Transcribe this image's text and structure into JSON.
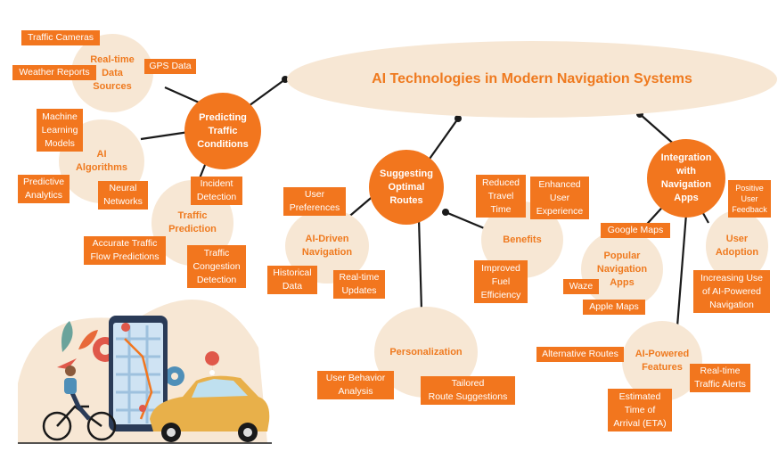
{
  "title": "AI Technologies in Modern Navigation Systems",
  "colors": {
    "accent": "#f2761e",
    "soft": "#f7e7d4",
    "accent_text": "#ef7a1f",
    "dark": "#1a1a1a"
  },
  "hubs": {
    "predicting": "Predicting\nTraffic\nConditions",
    "suggesting": "Suggesting\nOptimal\nRoutes",
    "integration": "Integration\nwith\nNavigation\nApps"
  },
  "subtopics": {
    "realtime_sources": "Real-time\nData\nSources",
    "ai_algorithms": "AI\nAlgorithms",
    "traffic_prediction": "Traffic\nPrediction",
    "ai_driven": "AI-Driven\nNavigation",
    "benefits": "Benefits",
    "personalization": "Personalization",
    "popular_apps": "Popular\nNavigation\nApps",
    "user_adoption": "User\nAdoption",
    "ai_features": "AI-Powered\nFeatures"
  },
  "tags": {
    "traffic_cameras": "Traffic Cameras",
    "weather_reports": "Weather Reports",
    "gps_data": "GPS Data",
    "machine_learning": "Machine\nLearning\nModels",
    "predictive_analytics": "Predictive\nAnalytics",
    "neural_networks": "Neural\nNetworks",
    "incident_detection": "Incident\nDetection",
    "accurate_traffic": "Accurate Traffic\nFlow Predictions",
    "congestion_detection": "Traffic\nCongestion\nDetection",
    "user_preferences": "User\nPreferences",
    "historical_data": "Historical\nData",
    "realtime_updates": "Real-time\nUpdates",
    "reduced_travel": "Reduced\nTravel\nTime",
    "enhanced_ux": "Enhanced\nUser\nExperience",
    "improved_fuel": "Improved\nFuel\nEfficiency",
    "user_behavior": "User Behavior\nAnalysis",
    "tailored_routes": "Tailored\nRoute Suggestions",
    "google_maps": "Google Maps",
    "waze": "Waze",
    "apple_maps": "Apple Maps",
    "positive_feedback": "Positive\nUser\nFeedback",
    "increasing_use": "Increasing Use\nof AI-Powered\nNavigation",
    "alternative_routes": "Alternative Routes",
    "realtime_alerts": "Real-time\nTraffic Alerts",
    "eta": "Estimated\nTime of\nArrival (ETA)"
  },
  "illustration": {
    "icons": [
      "phone-map-icon",
      "car-icon",
      "cyclist-icon",
      "gear-icon",
      "location-pin-icon",
      "paper-plane-icon",
      "leaf-icon"
    ]
  }
}
